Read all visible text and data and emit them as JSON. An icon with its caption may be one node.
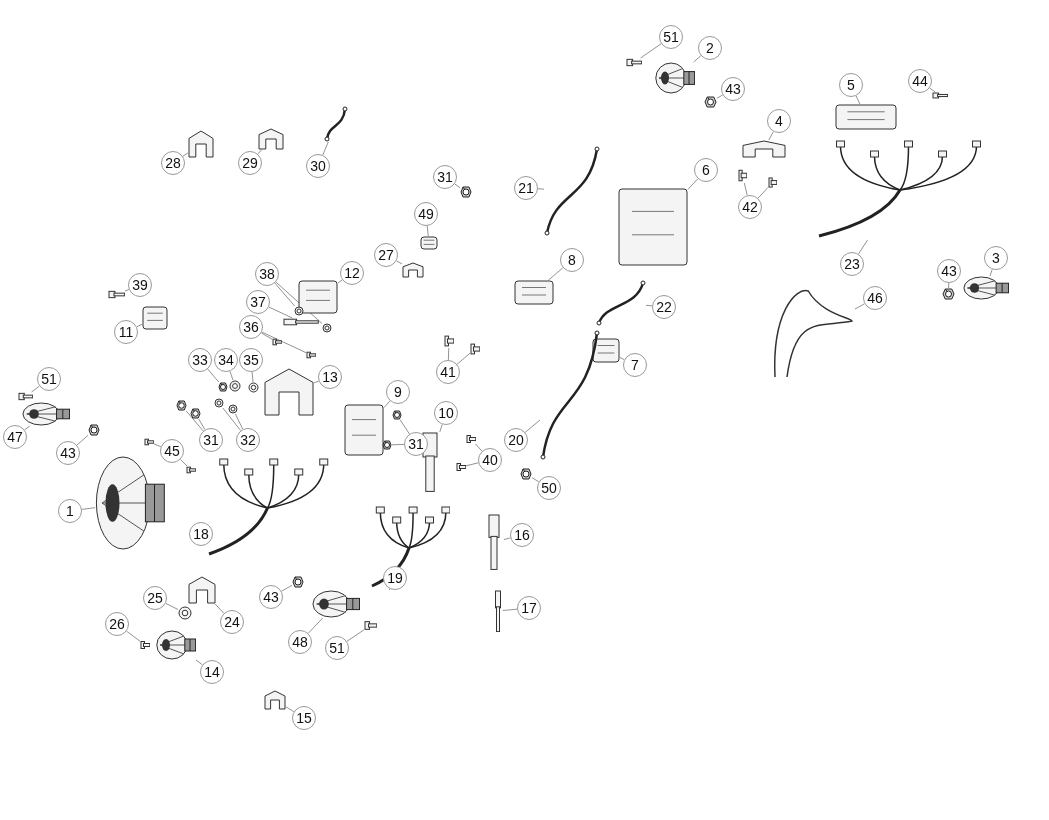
{
  "diagram": {
    "nodes": [
      {
        "text": [
          "51"
        ]
      },
      {
        "text": [],
        "shape": "picture"
      },
      {
        "text": [
          "2"
        ]
      },
      {
        "text": [],
        "shape": "picture"
      },
      {
        "text": [
          "43"
        ]
      },
      {
        "text": [],
        "shape": "picture"
      },
      {
        "text": [
          "5"
        ]
      },
      {
        "text": [],
        "shape": "picture"
      },
      {
        "text": [
          "44"
        ]
      },
      {
        "text": [],
        "shape": "picture"
      },
      {
        "text": [
          "4"
        ]
      },
      {
        "text": [],
        "shape": "picture"
      },
      {
        "text": [
          "42"
        ]
      },
      {
        "text": [],
        "shape": "picture"
      },
      {
        "text": [],
        "shape": "picture"
      },
      {
        "text": [
          "6"
        ]
      },
      {
        "text": [],
        "shape": "picture"
      },
      {
        "text": [
          "31"
        ]
      },
      {
        "text": [],
        "shape": "picture"
      },
      {
        "text": [
          "21"
        ]
      },
      {
        "text": [],
        "shape": "picture"
      },
      {
        "text": [
          "28"
        ]
      },
      {
        "text": [],
        "shape": "picture"
      },
      {
        "text": [
          "29"
        ]
      },
      {
        "text": [],
        "shape": "picture"
      },
      {
        "text": [
          "30"
        ]
      },
      {
        "text": [],
        "shape": "picture"
      },
      {
        "text": [
          "49"
        ]
      },
      {
        "text": [],
        "shape": "picture"
      },
      {
        "text": [
          "23"
        ]
      },
      {
        "text": [],
        "shape": "picture"
      },
      {
        "text": [
          "27"
        ]
      },
      {
        "text": [],
        "shape": "picture"
      },
      {
        "text": [
          "8"
        ]
      },
      {
        "text": [],
        "shape": "picture"
      },
      {
        "text": [
          "22"
        ]
      },
      {
        "text": [],
        "shape": "picture"
      },
      {
        "text": [
          "43"
        ]
      },
      {
        "text": [],
        "shape": "picture"
      },
      {
        "text": [
          "3"
        ]
      },
      {
        "text": [],
        "shape": "picture"
      },
      {
        "text": [
          "46"
        ]
      },
      {
        "text": [],
        "shape": "picture"
      },
      {
        "text": [
          "39"
        ]
      },
      {
        "text": [],
        "shape": "picture"
      },
      {
        "text": [
          "12"
        ]
      },
      {
        "text": [],
        "shape": "picture"
      },
      {
        "text": [
          "38"
        ]
      },
      {
        "text": [],
        "shape": "picture"
      },
      {
        "text": [],
        "shape": "picture"
      },
      {
        "text": [
          "37"
        ]
      },
      {
        "text": [],
        "shape": "picture"
      },
      {
        "text": [
          "11"
        ]
      },
      {
        "text": [],
        "shape": "picture"
      },
      {
        "text": [
          "36"
        ]
      },
      {
        "text": [],
        "shape": "picture"
      },
      {
        "text": [],
        "shape": "picture"
      },
      {
        "text": [
          "51"
        ]
      },
      {
        "text": [],
        "shape": "picture"
      },
      {
        "text": [
          "41"
        ]
      },
      {
        "text": [],
        "shape": "picture"
      },
      {
        "text": [],
        "shape": "picture"
      },
      {
        "text": [
          "7"
        ]
      },
      {
        "text": [],
        "shape": "picture"
      },
      {
        "text": [
          "33"
        ]
      },
      {
        "text": [],
        "shape": "picture"
      },
      {
        "text": [
          "34"
        ]
      },
      {
        "text": [],
        "shape": "picture"
      },
      {
        "text": [
          "35"
        ]
      },
      {
        "text": [],
        "shape": "picture"
      },
      {
        "text": [
          "13"
        ]
      },
      {
        "text": [],
        "shape": "picture"
      },
      {
        "text": [
          "31"
        ]
      },
      {
        "text": [],
        "shape": "picture"
      },
      {
        "text": [],
        "shape": "picture"
      },
      {
        "text": [
          "32"
        ]
      },
      {
        "text": [],
        "shape": "picture"
      },
      {
        "text": [],
        "shape": "picture"
      },
      {
        "text": [
          "47"
        ]
      },
      {
        "text": [],
        "shape": "picture"
      },
      {
        "text": [
          "43"
        ]
      },
      {
        "text": [],
        "shape": "picture"
      },
      {
        "text": [
          "9"
        ]
      },
      {
        "text": [],
        "shape": "picture"
      },
      {
        "text": [
          "31"
        ]
      },
      {
        "text": [],
        "shape": "picture"
      },
      {
        "text": [],
        "shape": "picture"
      },
      {
        "text": [
          "10"
        ]
      },
      {
        "text": [],
        "shape": "picture"
      },
      {
        "text": [
          "40"
        ]
      },
      {
        "text": [],
        "shape": "picture"
      },
      {
        "text": [],
        "shape": "picture"
      },
      {
        "text": [
          "1"
        ]
      },
      {
        "text": [],
        "shape": "picture"
      },
      {
        "text": [
          "45"
        ]
      },
      {
        "text": [],
        "shape": "picture"
      },
      {
        "text": [],
        "shape": "picture"
      },
      {
        "text": [
          "18"
        ]
      },
      {
        "text": [],
        "shape": "picture"
      },
      {
        "text": [
          "20"
        ]
      },
      {
        "text": [],
        "shape": "picture"
      },
      {
        "text": [
          "50"
        ]
      },
      {
        "text": [],
        "shape": "picture"
      },
      {
        "text": [
          "19"
        ]
      },
      {
        "text": [],
        "shape": "picture"
      },
      {
        "text": [
          "16"
        ]
      },
      {
        "text": [],
        "shape": "picture"
      },
      {
        "text": [
          "17"
        ]
      },
      {
        "text": [],
        "shape": "picture"
      },
      {
        "text": [
          "25"
        ]
      },
      {
        "text": [],
        "shape": "picture"
      },
      {
        "text": [
          "24"
        ]
      },
      {
        "text": [],
        "shape": "picture"
      },
      {
        "text": [
          "26"
        ]
      },
      {
        "text": [],
        "shape": "picture"
      },
      {
        "text": [
          "14"
        ]
      },
      {
        "text": [],
        "shape": "picture"
      },
      {
        "text": [
          "43"
        ]
      },
      {
        "text": [],
        "shape": "picture"
      },
      {
        "text": [
          "48"
        ]
      },
      {
        "text": [],
        "shape": "picture"
      },
      {
        "text": [
          "51"
        ]
      },
      {
        "text": [],
        "shape": "picture"
      },
      {
        "text": [
          "15"
        ]
      },
      {
        "text": [],
        "shape": "picture"
      }
    ],
    "edges": [
      {
        "from": 0,
        "to": 1,
        "arrow": "none"
      },
      {
        "from": 2,
        "to": 3,
        "arrow": "none"
      },
      {
        "from": 4,
        "to": 5,
        "arrow": "none"
      },
      {
        "from": 6,
        "to": 7,
        "arrow": "none"
      },
      {
        "from": 8,
        "to": 9,
        "arrow": "none"
      },
      {
        "from": 10,
        "to": 11,
        "arrow": "none"
      },
      {
        "from": 12,
        "to": 13,
        "arrow": "none"
      },
      {
        "from": 12,
        "to": 14,
        "arrow": "none"
      },
      {
        "from": 15,
        "to": 16,
        "arrow": "none"
      },
      {
        "from": 17,
        "to": 18,
        "arrow": "none"
      },
      {
        "from": 19,
        "to": 20,
        "arrow": "none"
      },
      {
        "from": 21,
        "to": 22,
        "arrow": "none"
      },
      {
        "from": 23,
        "to": 24,
        "arrow": "none"
      },
      {
        "from": 25,
        "to": 26,
        "arrow": "none"
      },
      {
        "from": 27,
        "to": 28,
        "arrow": "none"
      },
      {
        "from": 29,
        "to": 30,
        "arrow": "none"
      },
      {
        "from": 31,
        "to": 32,
        "arrow": "none"
      },
      {
        "from": 33,
        "to": 34,
        "arrow": "none"
      },
      {
        "from": 35,
        "to": 36,
        "arrow": "none"
      },
      {
        "from": 37,
        "to": 38,
        "arrow": "none"
      },
      {
        "from": 39,
        "to": 40,
        "arrow": "none"
      },
      {
        "from": 41,
        "to": 42,
        "arrow": "none"
      },
      {
        "from": 43,
        "to": 44,
        "arrow": "none"
      },
      {
        "from": 45,
        "to": 46,
        "arrow": "none"
      },
      {
        "from": 47,
        "to": 48,
        "arrow": "none"
      },
      {
        "from": 47,
        "to": 49,
        "arrow": "none"
      },
      {
        "from": 50,
        "to": 51,
        "arrow": "none"
      },
      {
        "from": 52,
        "to": 53,
        "arrow": "none"
      },
      {
        "from": 54,
        "to": 55,
        "arrow": "none"
      },
      {
        "from": 54,
        "to": 56,
        "arrow": "none"
      },
      {
        "from": 57,
        "to": 58,
        "arrow": "none"
      },
      {
        "from": 59,
        "to": 60,
        "arrow": "none"
      },
      {
        "from": 59,
        "to": 61,
        "arrow": "none"
      },
      {
        "from": 62,
        "to": 63,
        "arrow": "none"
      },
      {
        "from": 64,
        "to": 65,
        "arrow": "none"
      },
      {
        "from": 66,
        "to": 67,
        "arrow": "none"
      },
      {
        "from": 68,
        "to": 69,
        "arrow": "none"
      },
      {
        "from": 70,
        "to": 71,
        "arrow": "none"
      },
      {
        "from": 72,
        "to": 73,
        "arrow": "none"
      },
      {
        "from": 72,
        "to": 74,
        "arrow": "none"
      },
      {
        "from": 75,
        "to": 76,
        "arrow": "none"
      },
      {
        "from": 75,
        "to": 77,
        "arrow": "none"
      },
      {
        "from": 78,
        "to": 79,
        "arrow": "none"
      },
      {
        "from": 80,
        "to": 81,
        "arrow": "none"
      },
      {
        "from": 82,
        "to": 83,
        "arrow": "none"
      },
      {
        "from": 84,
        "to": 85,
        "arrow": "none"
      },
      {
        "from": 84,
        "to": 86,
        "arrow": "none"
      },
      {
        "from": 87,
        "to": 88,
        "arrow": "none"
      },
      {
        "from": 89,
        "to": 90,
        "arrow": "none"
      },
      {
        "from": 89,
        "to": 91,
        "arrow": "none"
      },
      {
        "from": 92,
        "to": 93,
        "arrow": "none"
      },
      {
        "from": 94,
        "to": 95,
        "arrow": "none"
      },
      {
        "from": 94,
        "to": 96,
        "arrow": "none"
      },
      {
        "from": 97,
        "to": 98,
        "arrow": "none"
      },
      {
        "from": 99,
        "to": 100,
        "arrow": "none"
      },
      {
        "from": 101,
        "to": 102,
        "arrow": "none"
      },
      {
        "from": 103,
        "to": 104,
        "arrow": "none"
      },
      {
        "from": 105,
        "to": 106,
        "arrow": "none"
      },
      {
        "from": 107,
        "to": 108,
        "arrow": "none"
      },
      {
        "from": 109,
        "to": 110,
        "arrow": "none"
      },
      {
        "from": 111,
        "to": 112,
        "arrow": "none"
      },
      {
        "from": 113,
        "to": 114,
        "arrow": "none"
      },
      {
        "from": 115,
        "to": 116,
        "arrow": "none"
      },
      {
        "from": 117,
        "to": 118,
        "arrow": "none"
      },
      {
        "from": 119,
        "to": 120,
        "arrow": "none"
      },
      {
        "from": 121,
        "to": 122,
        "arrow": "none"
      },
      {
        "from": 123,
        "to": 124,
        "arrow": "none"
      }
    ]
  }
}
